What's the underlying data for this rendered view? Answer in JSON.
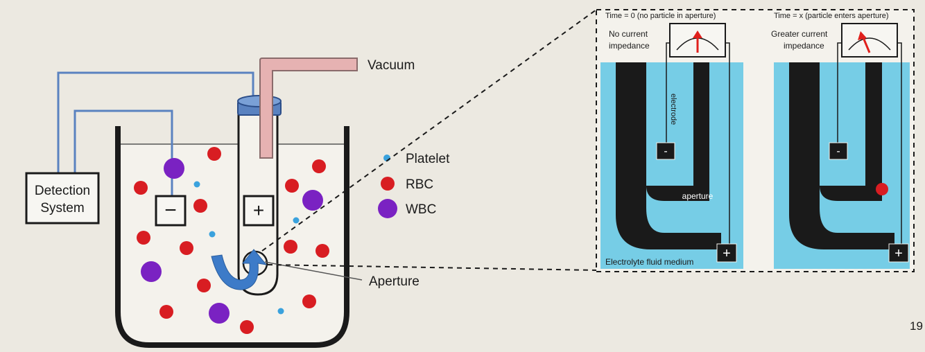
{
  "detection_system": {
    "label_line1": "Detection",
    "label_line2": "System"
  },
  "electrodes": {
    "negative": "−",
    "positive": "+"
  },
  "labels": {
    "vacuum": "Vacuum",
    "aperture": "Aperture"
  },
  "legend": {
    "items": [
      {
        "name": "Platelet",
        "color": "#3aa2dd"
      },
      {
        "name": "RBC",
        "color": "#d81d22"
      },
      {
        "name": "WBC",
        "color": "#7a22c2"
      }
    ]
  },
  "inset": {
    "left_panel": {
      "time_label": "Time = 0 (no particle in aperture)",
      "impedance_line1": "No current",
      "impedance_line2": "impedance",
      "electrode_label": "electrode",
      "aperture_label": "aperture",
      "medium_label": "Electrolyte fluid medium",
      "neg": "-",
      "pos": "+"
    },
    "right_panel": {
      "time_label": "Time = x (particle enters aperture)",
      "impedance_line1": "Greater current",
      "impedance_line2": "impedance",
      "neg": "-",
      "pos": "+"
    }
  },
  "colors": {
    "fluid": "#76cde6",
    "blue_wire": "#5a82c0",
    "vacuum_tube": "#e6b2b2",
    "arrow": "#3d7bc8",
    "meter_needle": "#e0201c"
  },
  "page_number": "19"
}
